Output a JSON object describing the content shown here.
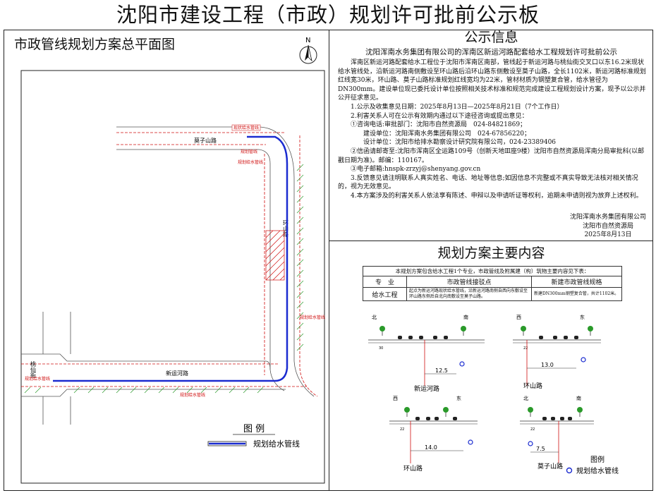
{
  "page_title": "沈阳市建设工程（市政）规划许可批前公示板",
  "left": {
    "title": "市政管线规划方案总平面图",
    "north": "N",
    "roads": {
      "mozishan": "莫子山路",
      "huanshan": "环山路",
      "xinyunhe": "新运河路",
      "taoxian": "桃仙街"
    },
    "pipe_labels": {
      "a": "现状给水管线",
      "b": "规划管线",
      "c": "规划给水管线",
      "d": "规划给水管线",
      "e": "规划给水管线",
      "f": "规划给水管线"
    },
    "legend_title": "图 例",
    "legend_item": "规划给水管线"
  },
  "notice": {
    "title": "公示信息",
    "heading": "沈阳浑南水务集团有限公司的浑南区新运河路配套给水工程规划许可批前公示",
    "p1": "浑南区新运河路配套给水工程位于沈阳市浑南区南部，管线起于新运河路与桃仙街交叉口以东16.2米现状给水管线处，沿新运河路南侧敷设至环山路后沿环山路东侧敷设至莫子山路，全长1102米，新运河路标准规划红线宽30米，环山路、莫子山路标准规划红线宽均为22米，管材材质为钢塑复合管，给水管径为DN300mm。建设单位现已委托设计单位按照相关技术标准和规范完成建设工程规划设计方案，现予以公示并公开征求意见。",
    "item1": "1.公示及收集意见日期：2025年8月13日—2025年8月21日（7个工作日）",
    "item2": "2.利害关系人可在公示有效期内通过以下途径咨询或提出意见：",
    "consult1": "①咨询电话:审批部门：沈阳市自然资源局　024-84821869；",
    "consult2": "建设单位：沈阳浑南水务集团有限公司　024-67856220；",
    "consult3": "设计单位：沈阳市给排水勘察设计研究院有限公司，024-23389406",
    "letter": "②信函请邮寄至:沈阳市浑南区全运路109号（创新天地Ⅲ座9楼）沈阳市自然资源局浑南分局审批科(以邮戳日期为准)。邮编：110167。",
    "email": "③电子邮箱:hnspk-zrzyj@shenyang.gov.cn",
    "item3": "3.反馈意见请注明联系人真实姓名、电话、地址等信息;如因信息不完整或不真实导致无法核对相关情况的，视为无效意见。",
    "item4": "4.本方案涉及的利害关系人依法享有陈述、申辩以及申请听证等权利，逾期未申请则视为放弃上述权利。",
    "sign1": "沈阳浑南水务集团有限公司",
    "sign2": "沈阳市自然资源局",
    "sign_date": "2025年8月13日"
  },
  "plan": {
    "title": "规划方案主要内容",
    "caption": "本规划方案包含给水工程1个专业，市政管线及附属建（构）筑物主要内容见下表：",
    "headers": [
      "专　业",
      "市政管线接驳点",
      "新建市政管线规格"
    ],
    "row": [
      "给水工程",
      "起点为新运河路现状给水管线，沿新运河路南侧自西向东敷设至环山路东侧后自北向南敷设至莫子山路。",
      "新建DN300mm钢塑复合管，共计1102米。"
    ]
  },
  "sections": [
    {
      "road": "新运河路",
      "left": "北",
      "right": "南",
      "offset": "12.5",
      "widths": "30"
    },
    {
      "road": "环山路",
      "left": "西",
      "right": "东",
      "offset": "13.0",
      "widths": "22"
    },
    {
      "road": "环山路",
      "left": "西",
      "right": "东",
      "offset": "14.0",
      "widths": "22"
    },
    {
      "road": "莫子山路",
      "left": "北",
      "right": "南",
      "offset": "7.5",
      "widths": "22"
    }
  ],
  "section_legend": {
    "title": "图例",
    "item": "规划给水管线"
  },
  "colors": {
    "pipe": "#1a2bd0",
    "red": "#d01010",
    "green": "#2a9a2a"
  }
}
